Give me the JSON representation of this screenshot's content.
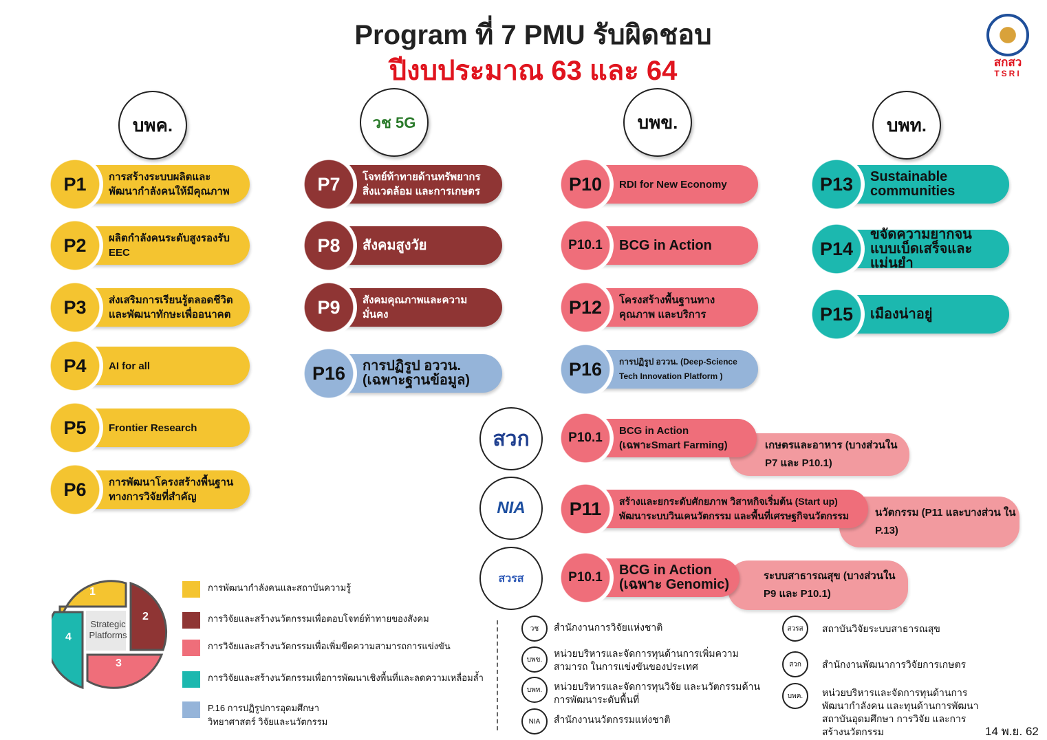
{
  "header": {
    "title": "Program ที่ 7 PMU รับผิดชอบ",
    "subtitle": "ปีงบประมาณ 63 และ 64",
    "logo_text_th": "สกสว",
    "logo_text_en": "TSRI",
    "date": "14 พ.ย. 62"
  },
  "colors": {
    "yellow": "#F4C430",
    "maroon": "#8F3534",
    "pink": "#EF6E7A",
    "teal": "#1CB8AF",
    "blue": "#95B4D9",
    "pink_light": "#F29A9F"
  },
  "columns": [
    {
      "label": "บพค."
    },
    {
      "label": "วช 5G"
    },
    {
      "label": "บพข."
    },
    {
      "label": "บพท."
    }
  ],
  "programs": [
    {
      "code": "P1",
      "text": "การสร้างระบบผลิตและ พัฒนากำลังคนให้มีคุณภาพ",
      "color": "yellow"
    },
    {
      "code": "P2",
      "text": "ผลิตกำลังคนระดับสูงรองรับ EEC",
      "color": "yellow"
    },
    {
      "code": "P3",
      "text": "ส่งเสริมการเรียนรู้ตลอดชีวิต และพัฒนาทักษะเพื่ออนาคต",
      "color": "yellow"
    },
    {
      "code": "P4",
      "text": "AI for all",
      "color": "yellow"
    },
    {
      "code": "P5",
      "text": "Frontier Research",
      "color": "yellow"
    },
    {
      "code": "P6",
      "text": "การพัฒนาโครงสร้างพื้นฐาน ทางการวิจัยที่สำคัญ",
      "color": "yellow"
    },
    {
      "code": "P7",
      "text": "โจทย์ท้าทายด้านทรัพยากร สิ่งแวดล้อม และการเกษตร",
      "color": "maroon"
    },
    {
      "code": "P8",
      "text": "สังคมสูงวัย",
      "color": "maroon"
    },
    {
      "code": "P9",
      "text": "สังคมคุณภาพและความมั่นคง",
      "color": "maroon"
    },
    {
      "code": "P16",
      "text": "การปฏิรูป อววน. (เฉพาะฐานข้อมูล)",
      "color": "blue"
    },
    {
      "code": "P10",
      "text": "RDI for New Economy",
      "color": "pink"
    },
    {
      "code": "P10.1",
      "text": "BCG in Action",
      "color": "pink"
    },
    {
      "code": "P12",
      "text": "โครงสร้างพื้นฐานทางคุณภาพ และบริการ",
      "color": "pink"
    },
    {
      "code": "P16",
      "text": "การปฏิรูป อววน. (Deep-Science Tech Innovation Platform )",
      "color": "blue"
    },
    {
      "code": "P13",
      "text": "Sustainable communities",
      "color": "teal"
    },
    {
      "code": "P14",
      "text": "ขจัดความยากจน แบบเบ็ดเสร็จและแม่นยำ",
      "color": "teal"
    },
    {
      "code": "P15",
      "text": "เมืองน่าอยู่",
      "color": "teal"
    },
    {
      "code": "P10.1",
      "text": "BCG in Action (เฉพาะSmart Farming)",
      "color": "pink",
      "note": "เกษตรและอาหาร (บางส่วนใน P7 และ P10.1)",
      "org": "สวก"
    },
    {
      "code": "P11",
      "text": "สร้างและยกระดับศักยภาพ วิสาหกิจเริ่มต้น (Start up) พัฒนาระบบวินเคนวัตกรรม และพื้นที่เศรษฐกิจนวัตกรรม",
      "color": "pink",
      "note": "นวัตกรรม (P11 และบางส่วน ใน P.13)",
      "org": "NIA"
    },
    {
      "code": "P10.1",
      "text": "BCG in Action (เฉพาะ Genomic)",
      "color": "pink",
      "note": "ระบบสาธารณสุข (บางส่วนใน P9 และ P10.1)",
      "org": "สวรส"
    }
  ],
  "platforms": {
    "center": "Strategic Platforms",
    "quadrants": [
      "1",
      "2",
      "3",
      "4"
    ],
    "legend": [
      {
        "text": "การพัฒนากำลังคนและสถาบันความรู้",
        "color": "yellow"
      },
      {
        "text": "การวิจัยและสร้างนวัตกรรมเพื่อตอบโจทย์ท้าทายของสังคม",
        "color": "maroon"
      },
      {
        "text": "การวิจัยและสร้างนวัตกรรมเพื่อเพิ่มขีดความสามารถการแข่งขัน",
        "color": "pink"
      },
      {
        "text": "การวิจัยและสร้างนวัตกรรมเพื่อการพัฒนาเชิงพื้นที่และลดความเหลื่อมล้ำ",
        "color": "teal"
      },
      {
        "text": "P.16 การปฏิรูปการอุดมศึกษา วิทยาศาสตร์ วิจัยและนวัตกรรม",
        "color": "blue"
      }
    ]
  },
  "orgs": [
    {
      "icon": "วช",
      "text": "สำนักงานการวิจัยแห่งชาติ"
    },
    {
      "icon": "บพข.",
      "text": "หน่วยบริหารและจัดการทุนด้านการเพิ่มความสามารถ ในการแข่งขันของประเทศ"
    },
    {
      "icon": "บพท.",
      "text": "หน่วยบริหารและจัดการทุนวิจัย และนวัตกรรมด้านการพัฒนาระดับพื้นที่"
    },
    {
      "icon": "NIA",
      "text": "สำนักงานนวัตกรรมแห่งชาติ"
    },
    {
      "icon": "สวรส",
      "text": "สถาบันวิจัยระบบสาธารณสุข"
    },
    {
      "icon": "สวก",
      "text": "สำนักงานพัฒนาการวิจัยการเกษตร"
    },
    {
      "icon": "บพค.",
      "text": "หน่วยบริหารและจัดการทุนด้านการ พัฒนากำลังคน และทุนด้านการพัฒนา สถาบันอุดมศึกษา การวิจัย และการสร้างนวัตกรรม"
    }
  ]
}
